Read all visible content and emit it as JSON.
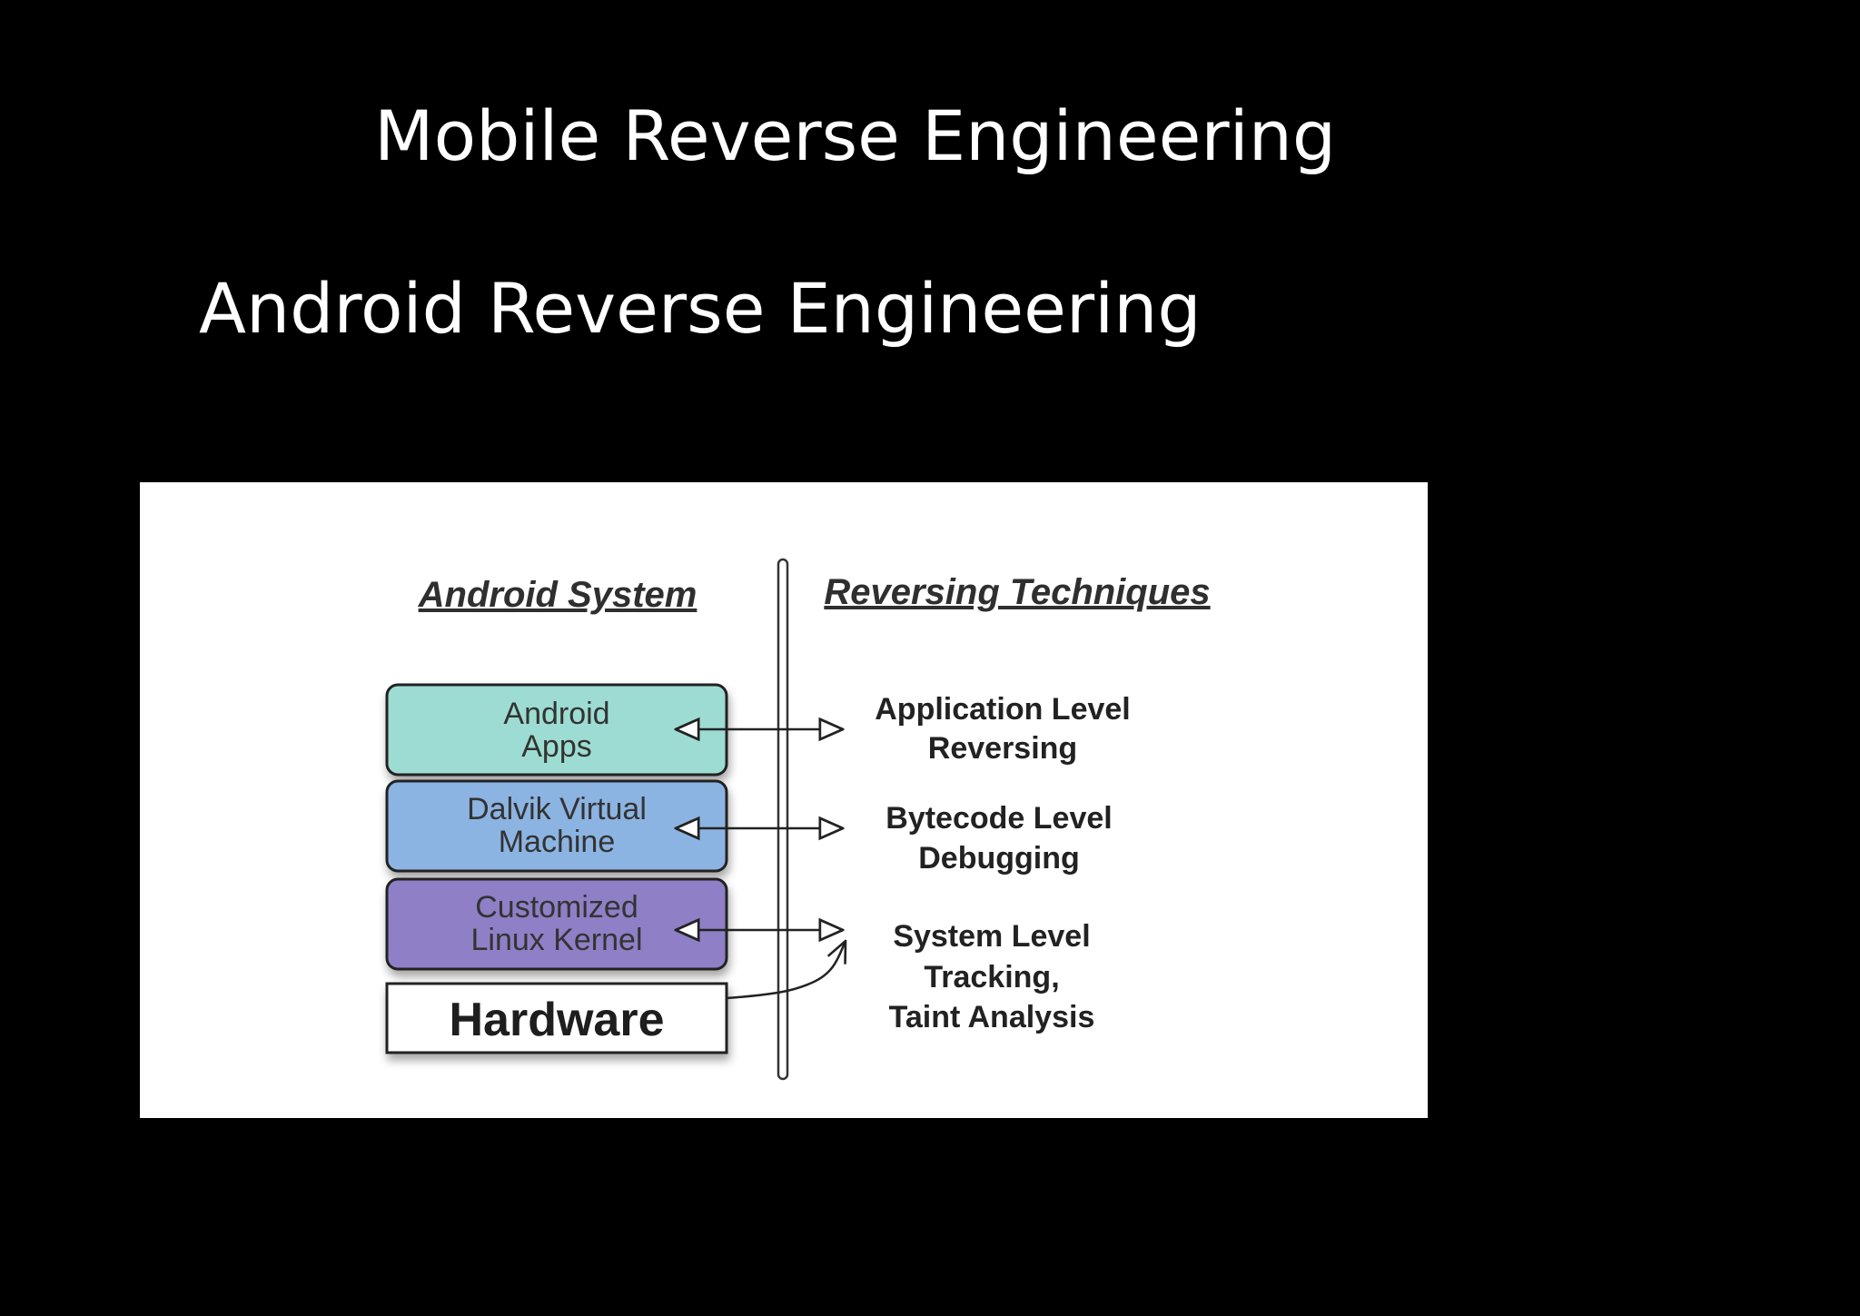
{
  "slide": {
    "title": "Mobile Reverse Engineering",
    "subtitle": "Android Reverse Engineering"
  },
  "diagram": {
    "left_header": "Android System",
    "right_header": "Reversing Techniques",
    "layers": [
      {
        "line1": "Android",
        "line2": "Apps",
        "color": "#9ddcd2"
      },
      {
        "line1": "Dalvik Virtual",
        "line2": "Machine",
        "color": "#8cb4e2"
      },
      {
        "line1": "Customized",
        "line2": "Linux Kernel",
        "color": "#8f7fc6"
      }
    ],
    "hardware_label": "Hardware",
    "techniques": [
      {
        "lines": [
          "Application Level",
          "Reversing"
        ]
      },
      {
        "lines": [
          "Bytecode Level",
          "Debugging"
        ]
      },
      {
        "lines": [
          "System Level",
          "Tracking,",
          "Taint Analysis"
        ]
      }
    ]
  }
}
